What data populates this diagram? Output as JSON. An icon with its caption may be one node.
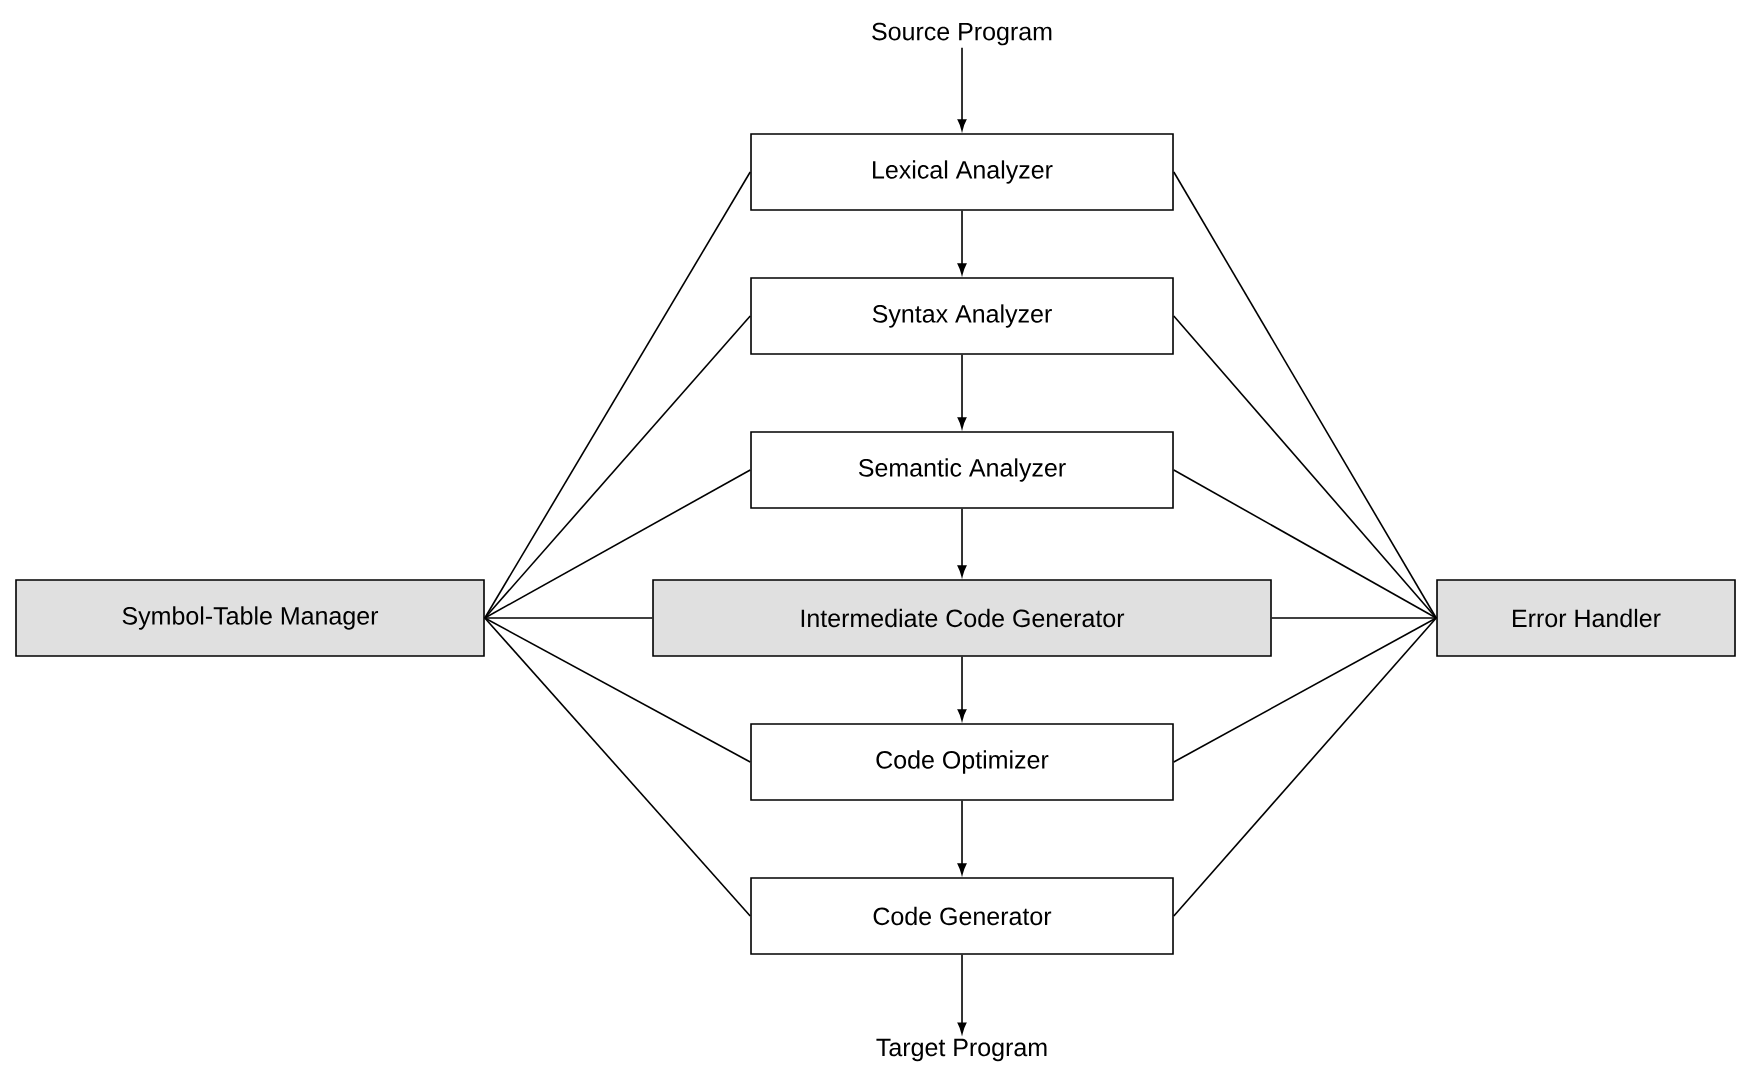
{
  "diagram": {
    "nodes": [
      {
        "text": [
          "Source Program"
        ]
      },
      {
        "text": [
          "Lexical Analyzer"
        ]
      },
      {
        "text": [
          "Syntax Analyzer"
        ]
      },
      {
        "text": [
          "Semantic Analyzer"
        ]
      },
      {
        "text": [
          "Intermediate Code Generator"
        ]
      },
      {
        "text": [
          "Code Optimizer"
        ]
      },
      {
        "text": [
          "Code Generator"
        ]
      },
      {
        "text": [
          "Target Program"
        ]
      },
      {
        "text": [
          "Symbol-Table Manager"
        ]
      },
      {
        "text": [
          "Error Handler"
        ]
      }
    ],
    "edges": [
      {
        "from": 0,
        "to": 1,
        "arrow": "to"
      },
      {
        "from": 1,
        "to": 2,
        "arrow": "to"
      },
      {
        "from": 2,
        "to": 3,
        "arrow": "to"
      },
      {
        "from": 3,
        "to": 4,
        "arrow": "to"
      },
      {
        "from": 4,
        "to": 5,
        "arrow": "to"
      },
      {
        "from": 5,
        "to": 6,
        "arrow": "to"
      },
      {
        "from": 6,
        "to": 7,
        "arrow": "to"
      },
      {
        "from": 8,
        "to": 1,
        "arrow": "none"
      },
      {
        "from": 8,
        "to": 2,
        "arrow": "none"
      },
      {
        "from": 8,
        "to": 3,
        "arrow": "none"
      },
      {
        "from": 8,
        "to": 4,
        "arrow": "none"
      },
      {
        "from": 8,
        "to": 5,
        "arrow": "none"
      },
      {
        "from": 8,
        "to": 6,
        "arrow": "none"
      },
      {
        "from": 9,
        "to": 1,
        "arrow": "none"
      },
      {
        "from": 9,
        "to": 2,
        "arrow": "none"
      },
      {
        "from": 9,
        "to": 3,
        "arrow": "none"
      },
      {
        "from": 9,
        "to": 4,
        "arrow": "none"
      },
      {
        "from": 9,
        "to": 5,
        "arrow": "none"
      },
      {
        "from": 9,
        "to": 6,
        "arrow": "none"
      }
    ]
  }
}
